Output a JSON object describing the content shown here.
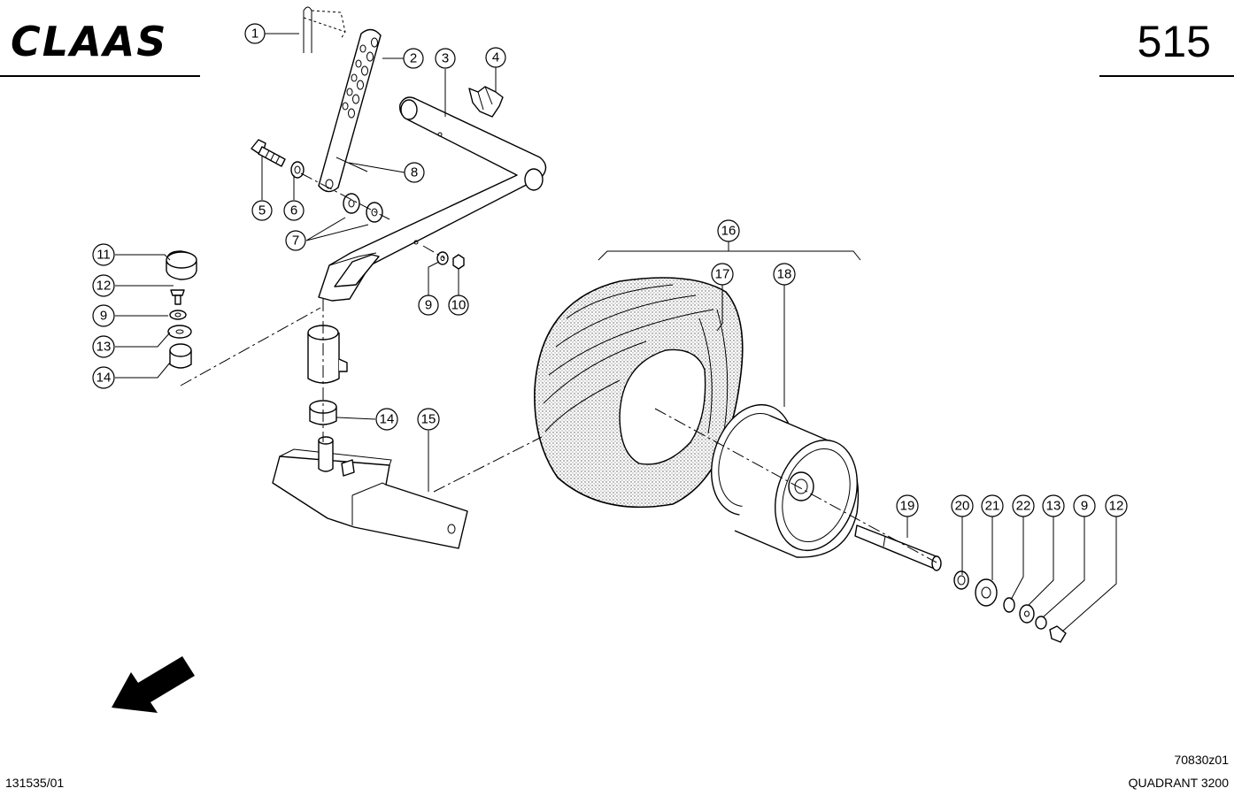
{
  "header": {
    "brand": "CLAAS",
    "page_number": "515"
  },
  "footer": {
    "doc_number": "131535/01",
    "drawing_code": "70830z01",
    "model": "QUADRANT 3200"
  },
  "callouts": [
    "1",
    "2",
    "3",
    "4",
    "5",
    "6",
    "7",
    "8",
    "9",
    "10",
    "11",
    "12",
    "9",
    "13",
    "14",
    "14",
    "15",
    "16",
    "17",
    "18",
    "19",
    "20",
    "21",
    "22",
    "13",
    "9",
    "12"
  ],
  "colors": {
    "line": "#000000",
    "background": "#ffffff"
  },
  "icons": {
    "direction": "arrow-left-down-icon"
  }
}
